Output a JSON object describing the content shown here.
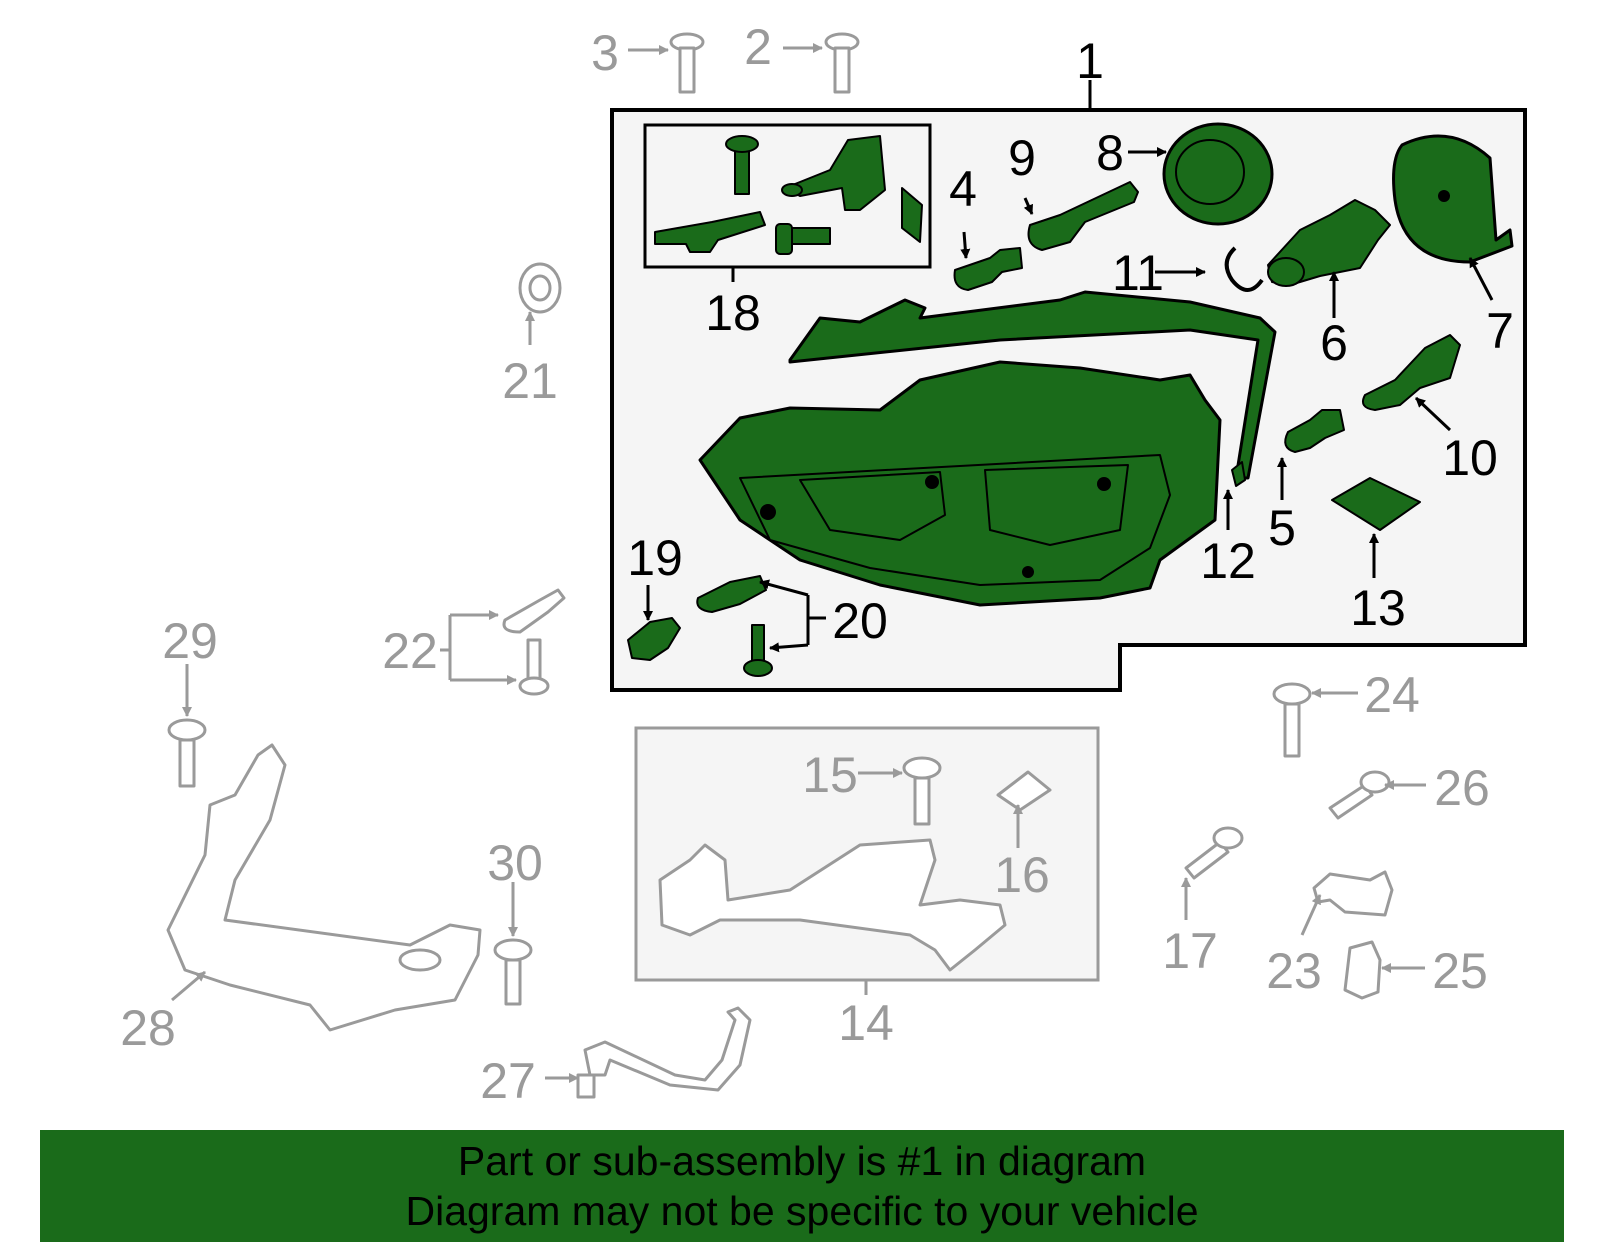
{
  "colors": {
    "highlight_green": "#1a6b1a",
    "part_grey": "#9a9a9a",
    "box_fill": "#f5f5f5",
    "label_dark": "#000000"
  },
  "callouts": {
    "n1": "1",
    "n2": "2",
    "n3": "3",
    "n4": "4",
    "n5": "5",
    "n6": "6",
    "n7": "7",
    "n8": "8",
    "n9": "9",
    "n10": "10",
    "n11": "11",
    "n12": "12",
    "n13": "13",
    "n14": "14",
    "n15": "15",
    "n16": "16",
    "n17": "17",
    "n18": "18",
    "n19": "19",
    "n20": "20",
    "n21": "21",
    "n22": "22",
    "n23": "23",
    "n24": "24",
    "n25": "25",
    "n26": "26",
    "n27": "27",
    "n28": "28",
    "n29": "29",
    "n30": "30"
  },
  "footer": {
    "line1": "Part or sub-assembly is #1 in diagram",
    "line2": "Diagram may not be specific to your vehicle"
  }
}
